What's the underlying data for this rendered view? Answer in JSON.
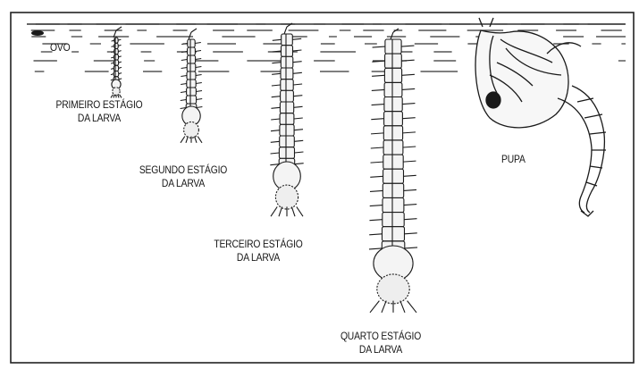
{
  "diagram": {
    "labels": {
      "egg": "OVO",
      "stage1": [
        "PRIMEIRO ESTÁGIO",
        "DA LARVA"
      ],
      "stage2": [
        "SEGUNDO ESTÁGIO",
        "DA LARVA"
      ],
      "stage3": [
        "TERCEIRO ESTÁGIO",
        "DA LARVA"
      ],
      "stage4": [
        "QUARTO ESTÁGIO",
        "DA LARVA"
      ],
      "pupa": "PUPA"
    },
    "colors": {
      "ink": "#1a1a1a",
      "paper": "#ffffff",
      "segment_fill": "#f4f4f4"
    }
  }
}
